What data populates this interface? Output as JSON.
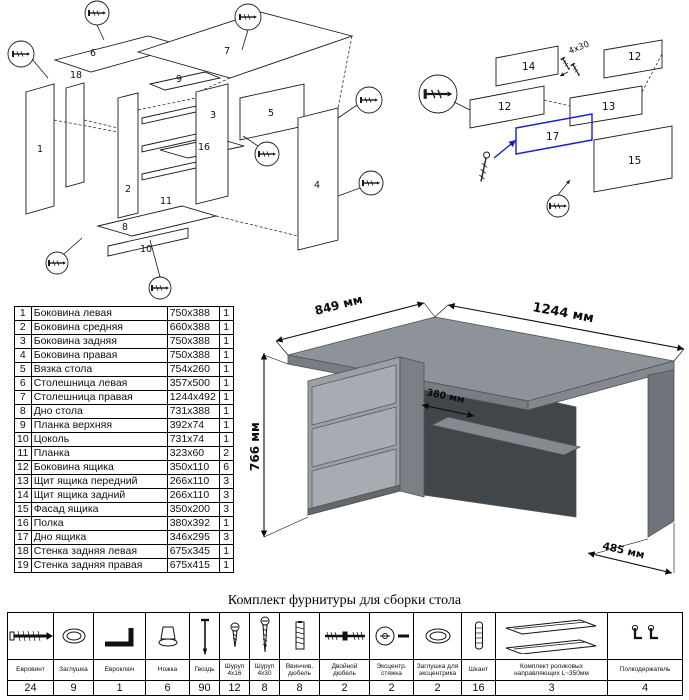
{
  "exploded_view": {
    "labels": [
      "6",
      "7",
      "9",
      "18",
      "1",
      "2",
      "11",
      "16",
      "8",
      "10",
      "3",
      "5",
      "4"
    ]
  },
  "drawer_detail": {
    "labels": [
      "14",
      "12",
      "12",
      "13",
      "17",
      "15"
    ],
    "screw_note": "4x30",
    "highlight_color": "#1520c8"
  },
  "desk": {
    "dim_left": "849 мм",
    "dim_right": "1244 мм",
    "dim_height": "766 мм",
    "dim_shelf": "380 мм",
    "dim_depth": "485 мм"
  },
  "parts_table": {
    "rows": [
      {
        "num": "1",
        "name": "Боковина левая",
        "size": "750x388",
        "qty": "1"
      },
      {
        "num": "2",
        "name": "Боковина средняя",
        "size": "660x388",
        "qty": "1"
      },
      {
        "num": "3",
        "name": "Боковина задняя",
        "size": "750x388",
        "qty": "1"
      },
      {
        "num": "4",
        "name": "Боковина правая",
        "size": "750x388",
        "qty": "1"
      },
      {
        "num": "5",
        "name": "Вязка стола",
        "size": "754x260",
        "qty": "1"
      },
      {
        "num": "6",
        "name": "Столешница левая",
        "size": "357x500",
        "qty": "1"
      },
      {
        "num": "7",
        "name": "Столешница правая",
        "size": "1244x492",
        "qty": "1"
      },
      {
        "num": "8",
        "name": "Дно стола",
        "size": "731x388",
        "qty": "1"
      },
      {
        "num": "9",
        "name": "Планка верхняя",
        "size": "392x74",
        "qty": "1"
      },
      {
        "num": "10",
        "name": "Цоколь",
        "size": "731x74",
        "qty": "1"
      },
      {
        "num": "11",
        "name": "Планка",
        "size": "323x60",
        "qty": "2"
      },
      {
        "num": "12",
        "name": "Боковина ящика",
        "size": "350x110",
        "qty": "6"
      },
      {
        "num": "13",
        "name": "Щит ящика передний",
        "size": "266x110",
        "qty": "3"
      },
      {
        "num": "14",
        "name": "Щит ящика задний",
        "size": "266x110",
        "qty": "3"
      },
      {
        "num": "15",
        "name": "Фасад ящика",
        "size": "350x200",
        "qty": "3"
      },
      {
        "num": "16",
        "name": "Полка",
        "size": "380x392",
        "qty": "1"
      },
      {
        "num": "17",
        "name": "Дно ящика",
        "size": "346x295",
        "qty": "3"
      },
      {
        "num": "18",
        "name": "Стенка задняя левая",
        "size": "675x345",
        "qty": "1"
      },
      {
        "num": "19",
        "name": "Стенка задняя правая",
        "size": "675x415",
        "qty": "1"
      }
    ]
  },
  "hardware": {
    "title": "Комплект фурнитуры для сборки стола",
    "items": [
      {
        "name": "Евровинт",
        "qty": "24",
        "icon": "confirmat-screw-icon"
      },
      {
        "name": "Заглушка",
        "qty": "9",
        "icon": "cap-icon"
      },
      {
        "name": "Евроключ",
        "qty": "1",
        "icon": "hex-key-icon"
      },
      {
        "name": "Ножка",
        "qty": "6",
        "icon": "furniture-leg-icon"
      },
      {
        "name": "Гвоздь",
        "qty": "90",
        "icon": "nail-icon"
      },
      {
        "name": "Шуруп 4x16",
        "qty": "12",
        "icon": "screw-4x16-icon"
      },
      {
        "name": "Шуруп 4x30",
        "qty": "8",
        "icon": "screw-4x30-icon"
      },
      {
        "name": "Ввинчив. дюбель",
        "qty": "8",
        "icon": "screw-in-dowel-icon"
      },
      {
        "name": "Двойной дюбель",
        "qty": "2",
        "icon": "double-dowel-icon"
      },
      {
        "name": "Эксцентр. стяжка",
        "qty": "2",
        "icon": "cam-lock-icon"
      },
      {
        "name": "Заглушка для эксцентрика",
        "qty": "2",
        "icon": "cam-cap-icon"
      },
      {
        "name": "Шкант",
        "qty": "16",
        "icon": "wood-dowel-icon"
      },
      {
        "name": "Комплект роликовых направляющих L~350мм",
        "qty": "3",
        "icon": "drawer-rails-icon"
      },
      {
        "name": "Полкодержатель",
        "qty": "4",
        "icon": "shelf-pin-icon"
      }
    ]
  }
}
